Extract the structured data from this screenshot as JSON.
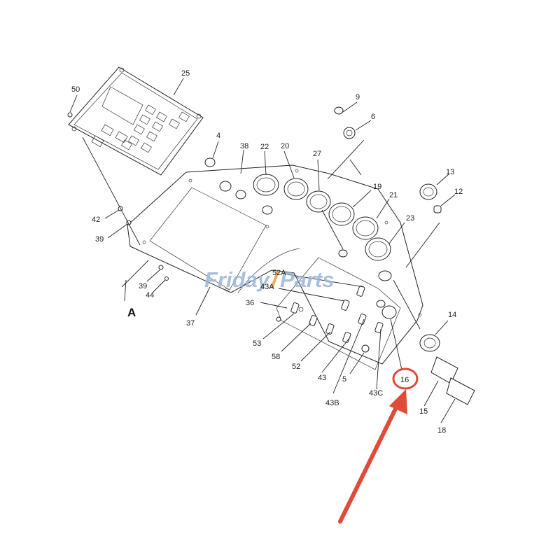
{
  "watermark": {
    "text_a": "Friday",
    "text_b": "Parts",
    "color": "#9bb6d6",
    "accent": "#f0a040"
  },
  "highlight_color": "#e04a38",
  "callouts": {
    "c25": "25",
    "c50": "50",
    "c9": "9",
    "c6": "6",
    "c4": "4",
    "c38": "38",
    "c22": "22",
    "c20": "20",
    "c27": "27",
    "c19": "19",
    "c21": "21",
    "c13": "13",
    "c12": "12",
    "c23": "23",
    "c42": "42",
    "c39a": "39",
    "c39b": "39",
    "c44": "44",
    "cA": "A",
    "c37": "37",
    "c36": "36",
    "c52A": "52A",
    "c43A": "43A",
    "c53": "53",
    "c58": "58",
    "c52": "52",
    "c43": "43",
    "c43B": "43B",
    "c5": "5",
    "c43C": "43C",
    "c16": "16",
    "c14": "14",
    "c15": "15",
    "c18": "18"
  }
}
